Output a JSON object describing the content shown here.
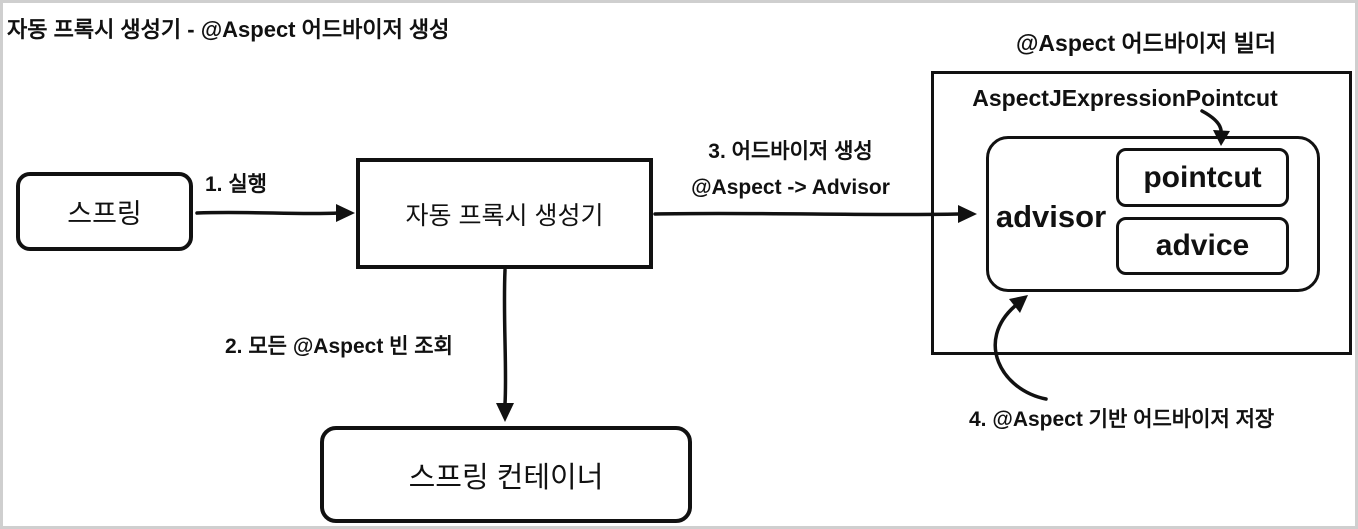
{
  "colors": {
    "ink": "#111111",
    "frame": "#cfcfcf",
    "bg": "#ffffff"
  },
  "header": {
    "title": "자동 프록시 생성기 - @Aspect 어드바이저 생성"
  },
  "builder": {
    "title": "@Aspect 어드바이저 빌더",
    "pointcut_class": "AspectJExpressionPointcut"
  },
  "nodes": {
    "spring": "스프링",
    "auto_proxy_creator": "자동 프록시 생성기",
    "spring_container": "스프링 컨테이너",
    "advisor": "advisor",
    "pointcut": "pointcut",
    "advice": "advice"
  },
  "steps": {
    "step1": "1. 실행",
    "step2": "2. 모든 @Aspect 빈 조회",
    "step3_line1": "3. 어드바이저 생성",
    "step3_line2": "@Aspect -> Advisor",
    "step4": "4. @Aspect 기반 어드바이저 저장"
  }
}
